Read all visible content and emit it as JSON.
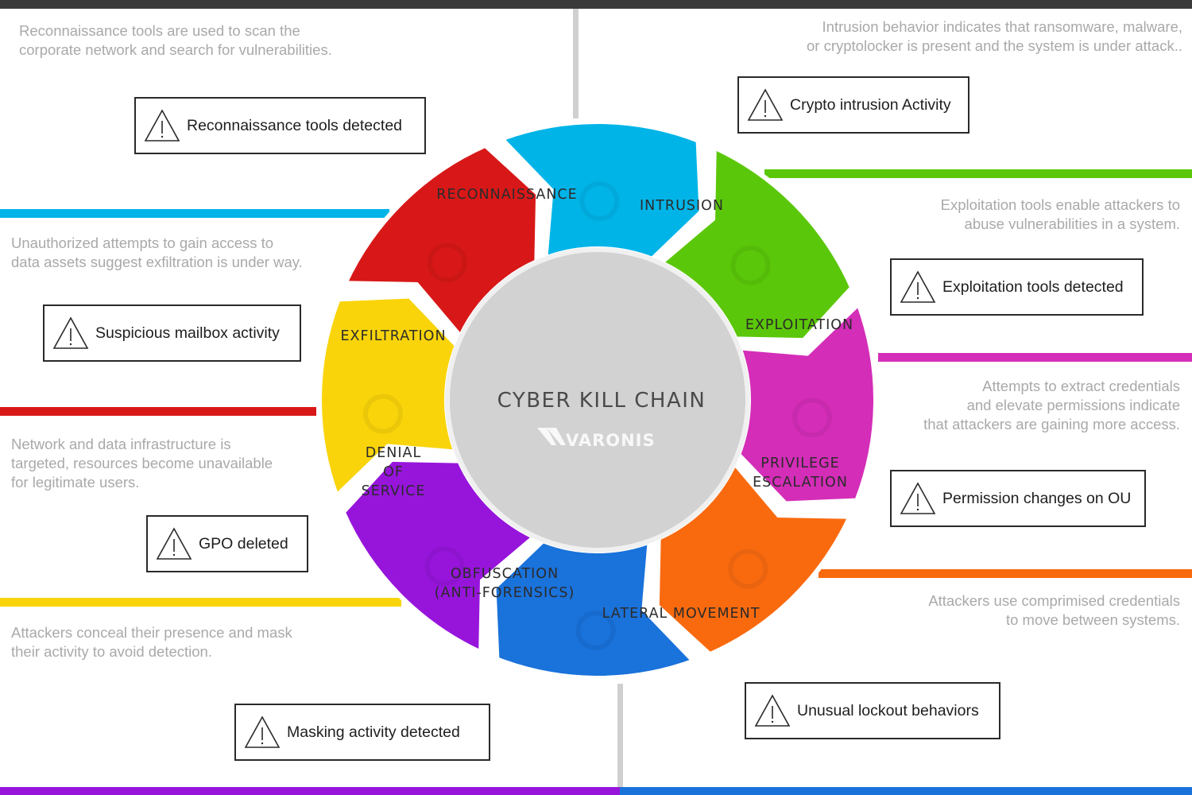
{
  "center": {
    "title": "CYBER KILL CHAIN",
    "logo_text": "VARONIS"
  },
  "stages": [
    {
      "id": "reconnaissance",
      "lines": [
        "RECONNAISSANCE"
      ],
      "color": "#00b4e8",
      "icon": "binoculars-icon"
    },
    {
      "id": "intrusion",
      "lines": [
        "INTRUSION"
      ],
      "color": "#5bc70a",
      "icon": "fence-icon"
    },
    {
      "id": "exploitation",
      "lines": [
        "EXPLOITATION"
      ],
      "color": "#d42db8",
      "icon": "chain-link-icon"
    },
    {
      "id": "privilege-escalation",
      "lines": [
        "PRIVILEGE",
        "ESCALATION"
      ],
      "color": "#f96a0f",
      "icon": "key-icon"
    },
    {
      "id": "lateral-movement",
      "lines": [
        "LATERAL MOVEMENT"
      ],
      "color": "#1a72db",
      "icon": "arrows-icon"
    },
    {
      "id": "obfuscation",
      "lines": [
        "OBFUSCATION",
        "(ANTI-FORENSICS)"
      ],
      "color": "#9715db",
      "icon": "eraser-icon"
    },
    {
      "id": "denial-of-service",
      "lines": [
        "DENIAL",
        "OF",
        "SERVICE"
      ],
      "color": "#f9d40a",
      "icon": "traffic-light-icon"
    },
    {
      "id": "exfiltration",
      "lines": [
        "EXFILTRATION"
      ],
      "color": "#d81818",
      "icon": "mailbox-icon"
    }
  ],
  "descriptions": {
    "reconnaissance": "Reconnaissance tools are used to scan the\ncorporate network and search for vulnerabilities.",
    "intrusion": "Intrusion behavior indicates that ransomware, malware,\nor cryptolocker is present and the system is under attack..",
    "exploitation": "Exploitation tools enable attackers to\nabuse vulnerabilities in a system.",
    "privilege_escalation": "Attempts to extract credentials\nand elevate permissions indicate\nthat attackers are gaining more access.",
    "lateral_movement": "Attackers use comprimised credentials\nto move between systems.",
    "obfuscation": "Attackers conceal their presence and mask\ntheir activity to avoid detection.",
    "denial_of_service": "Network and data infrastructure is\ntargeted, resources become unavailable\nfor legitimate users.",
    "exfiltration": "Unauthorized attempts to gain access to\ndata assets suggest exfiltration is under way."
  },
  "alerts": {
    "reconnaissance": "Reconnaissance tools detected",
    "intrusion": "Crypto intrusion Activity",
    "exploitation": "Exploitation tools detected",
    "privilege_escalation": "Permission changes on OU",
    "lateral_movement": "Unusual lockout behaviors",
    "obfuscation": "Masking activity detected",
    "denial_of_service": "GPO deleted",
    "exfiltration": "Suspicious mailbox activity"
  },
  "colors": {
    "top_bar": "#3a3a3a",
    "divider": "#d0d0d0",
    "center_fill": "#d2d2d2",
    "ring_border": "#f0f0f0"
  }
}
